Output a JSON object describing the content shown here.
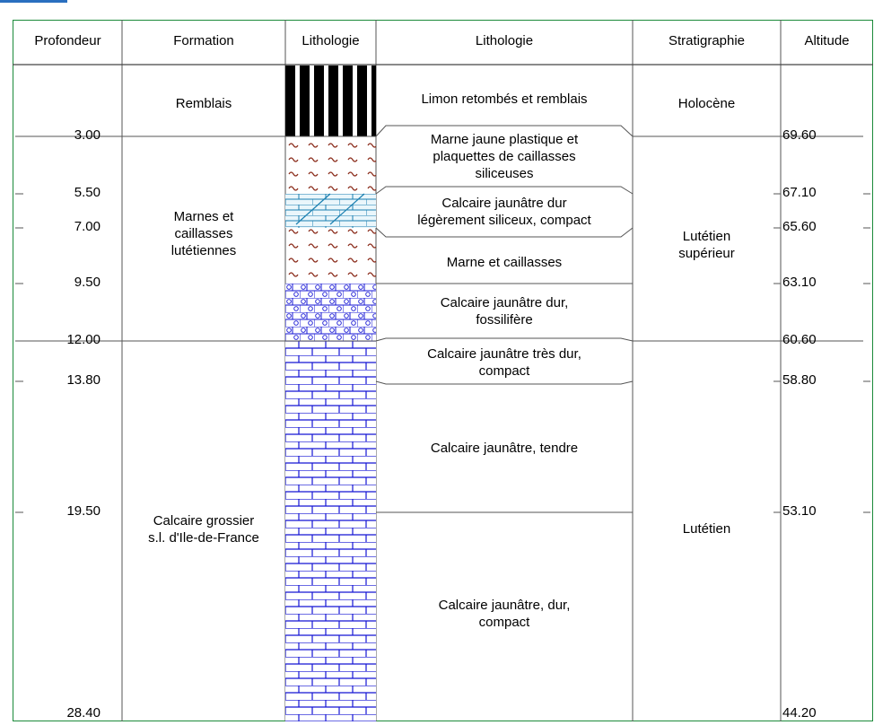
{
  "headers": {
    "depth": "Profondeur",
    "formation": "Formation",
    "lithology_column": "Lithologie",
    "lithology_desc": "Lithologie",
    "stratigraphy": "Stratigraphie",
    "altitude": "Altitude"
  },
  "depths": [
    "3.00",
    "5.50",
    "7.00",
    "9.50",
    "12.00",
    "13.80",
    "19.50",
    "28.40"
  ],
  "altitudes": [
    "69.60",
    "67.10",
    "65.60",
    "63.10",
    "60.60",
    "58.80",
    "53.10",
    "44.20"
  ],
  "formations": [
    {
      "line1": "Remblais",
      "line2": "",
      "line3": ""
    },
    {
      "line1": "Marnes et",
      "line2": "caillasses",
      "line3": "lutétiennes"
    },
    {
      "line1": "Calcaire grossier",
      "line2": "s.l. d'Ile-de-France",
      "line3": ""
    }
  ],
  "lithology_descriptions": [
    {
      "line1": "Limon retombés et remblais",
      "line2": "",
      "line3": ""
    },
    {
      "line1": "Marne jaune plastique et",
      "line2": "plaquettes de caillasses",
      "line3": "siliceuses"
    },
    {
      "line1": "Calcaire jaunâtre dur",
      "line2": "légèrement siliceux, compact",
      "line3": ""
    },
    {
      "line1": "Marne et caillasses",
      "line2": "",
      "line3": ""
    },
    {
      "line1": "Calcaire jaunâtre dur,",
      "line2": "fossilifère",
      "line3": ""
    },
    {
      "line1": "Calcaire jaunâtre très dur,",
      "line2": "compact",
      "line3": ""
    },
    {
      "line1": "Calcaire jaunâtre, tendre",
      "line2": "",
      "line3": ""
    },
    {
      "line1": "Calcaire jaunâtre, dur,",
      "line2": "compact",
      "line3": ""
    }
  ],
  "stratigraphy": [
    {
      "line1": "Holocène",
      "line2": ""
    },
    {
      "line1": "Lutétien",
      "line2": "supérieur"
    },
    {
      "line1": "Lutétien",
      "line2": ""
    }
  ],
  "lithology_patterns": [
    "fill-black-stripes",
    "marl-wave",
    "siliceous-limestone",
    "marl-wave",
    "fossiliferous-limestone",
    "limestone-brick"
  ],
  "colors": {
    "frame": "#1b8a3a",
    "accent": "#2a6fbf",
    "limestone": "#1515d4",
    "marl": "#8a2b1a",
    "fill": "#000000",
    "lines": "#444444"
  }
}
